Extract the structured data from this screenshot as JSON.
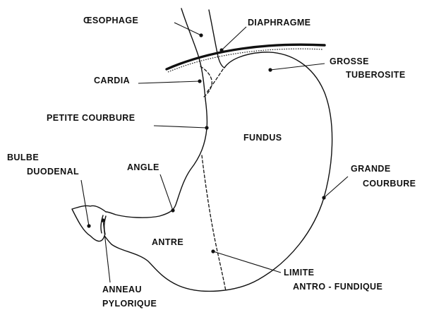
{
  "labels": {
    "oesophage": "ŒSOPHAGE",
    "diaphragme": "DIAPHRAGME",
    "cardia": "CARDIA",
    "grosse": "GROSSE",
    "tuberosite": "TUBEROSITE",
    "petite_courbure": "PETITE  COURBURE",
    "fundus": "FUNDUS",
    "bulbe": "BULBE",
    "duodenal": "DUODENAL",
    "angle": "ANGLE",
    "grande": "GRANDE",
    "courbure": "COURBURE",
    "antre": "ANTRE",
    "limite": "LIMITE",
    "antro_fundique": "ANTRO - FUNDIQUE",
    "anneau": "ANNEAU",
    "pylorique": "PYLORIQUE"
  },
  "colors": {
    "ink": "#111111",
    "background": "#ffffff"
  }
}
